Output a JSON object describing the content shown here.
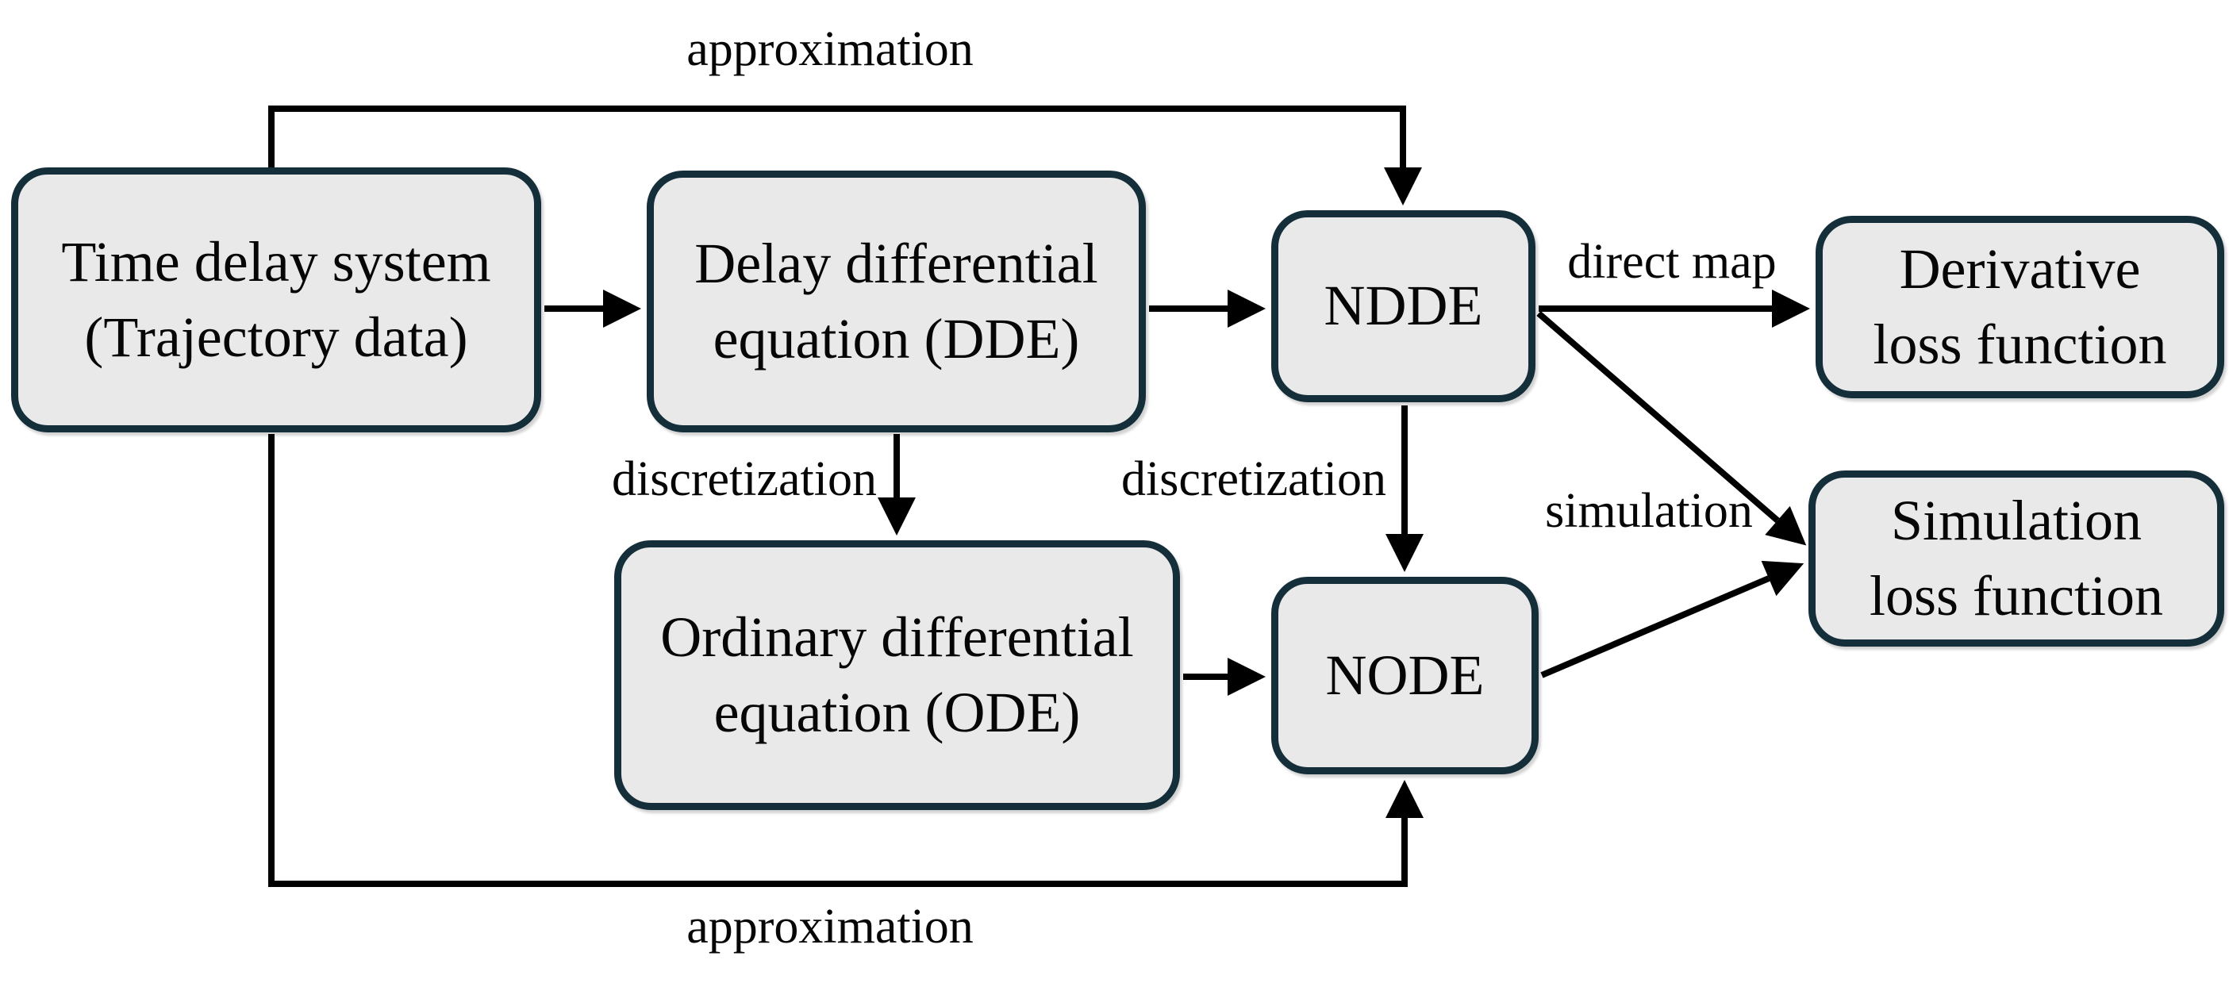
{
  "diagram": {
    "nodes": [
      {
        "id": "time-delay-system",
        "line1": "Time delay system",
        "line2": "(Trajectory data)"
      },
      {
        "id": "dde",
        "line1": "Delay differential",
        "line2": "equation (DDE)"
      },
      {
        "id": "ndde",
        "line1": "NDDE",
        "line2": ""
      },
      {
        "id": "derivative-loss",
        "line1": "Derivative",
        "line2": "loss function"
      },
      {
        "id": "ode",
        "line1": "Ordinary differential",
        "line2": "equation (ODE)"
      },
      {
        "id": "node",
        "line1": "NODE",
        "line2": ""
      },
      {
        "id": "simulation-loss",
        "line1": "Simulation",
        "line2": "loss function"
      }
    ],
    "edge_labels": {
      "approximation_top": "approximation",
      "direct_map": "direct map",
      "discretization_left": "discretization",
      "discretization_right": "discretization",
      "simulation": "simulation",
      "approximation_bottom": "approximation"
    },
    "edges": [
      {
        "from": "time-delay-system",
        "to": "dde",
        "label": ""
      },
      {
        "from": "time-delay-system",
        "to": "ndde",
        "label": "approximation"
      },
      {
        "from": "time-delay-system",
        "to": "node",
        "label": "approximation"
      },
      {
        "from": "dde",
        "to": "ndde",
        "label": ""
      },
      {
        "from": "dde",
        "to": "ode",
        "label": "discretization"
      },
      {
        "from": "ndde",
        "to": "node",
        "label": "discretization"
      },
      {
        "from": "ndde",
        "to": "derivative-loss",
        "label": "direct map"
      },
      {
        "from": "ndde",
        "to": "simulation-loss",
        "label": "simulation"
      },
      {
        "from": "ode",
        "to": "node",
        "label": ""
      },
      {
        "from": "node",
        "to": "simulation-loss",
        "label": ""
      }
    ],
    "colors": {
      "node_fill": "#e9e9e9",
      "node_border": "#152f3a",
      "arrow": "#000000",
      "background": "#ffffff",
      "text": "#060606"
    }
  }
}
